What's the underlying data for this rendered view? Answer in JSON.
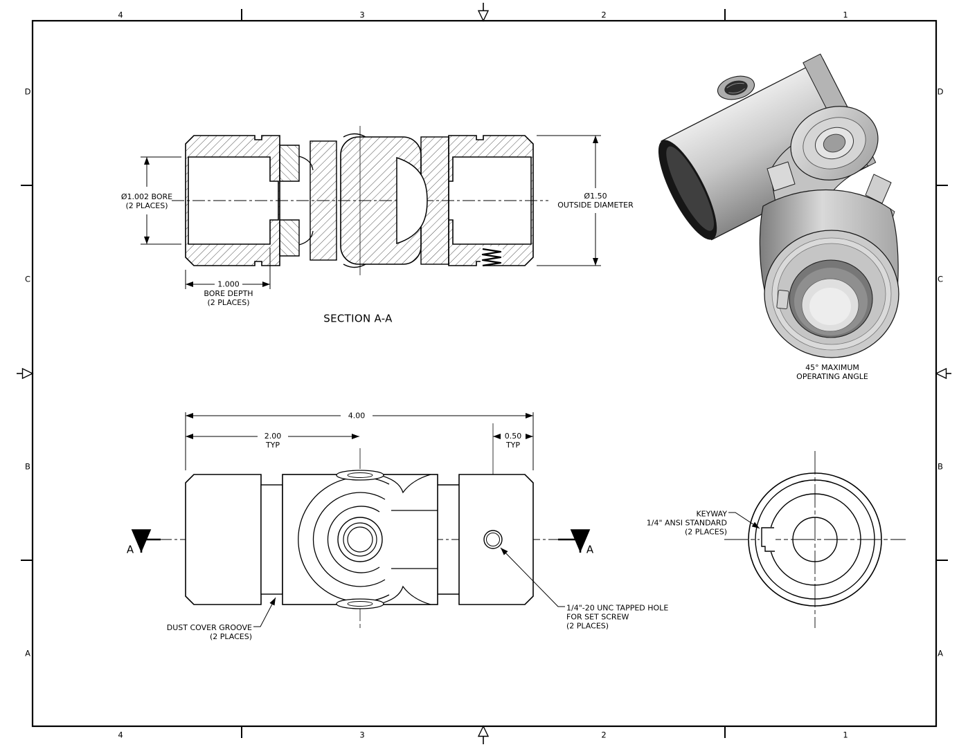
{
  "border": {
    "top": [
      "4",
      "3",
      "2",
      "1"
    ],
    "bottom": [
      "4",
      "3",
      "2",
      "1"
    ],
    "left": [
      "D",
      "C",
      "B",
      "A"
    ],
    "right": [
      "D",
      "C",
      "B",
      "A"
    ]
  },
  "section_view": {
    "title": "SECTION A-A",
    "bore_label": "Ø1.002 BORE\n(2 PLACES)",
    "outside_label": "Ø1.50\nOUTSIDE DIAMETER",
    "bore_depth_value": "1.000",
    "bore_depth_label": "BORE DEPTH\n(2 PLACES)"
  },
  "iso_view": {
    "caption": "45° MAXIMUM\nOPERATING ANGLE"
  },
  "side_view": {
    "dim_overall": "4.00",
    "dim_half": "2.00\nTYP",
    "dim_screw": "0.50\nTYP",
    "dust_label": "DUST COVER GROOVE\n(2 PLACES)",
    "tapped_label": "1/4\"-20 UNC TAPPED HOLE\nFOR SET SCREW\n(2 PLACES)",
    "marker_left": "A",
    "marker_right": "A"
  },
  "end_view": {
    "keyway_label": "KEYWAY\n1/4\" ANSI STANDARD\n(2 PLACES)"
  },
  "colors": {
    "line": "#000000",
    "iso_light": "#d6d6d6",
    "iso_mid": "#a8a8a8",
    "iso_dark": "#161616"
  }
}
